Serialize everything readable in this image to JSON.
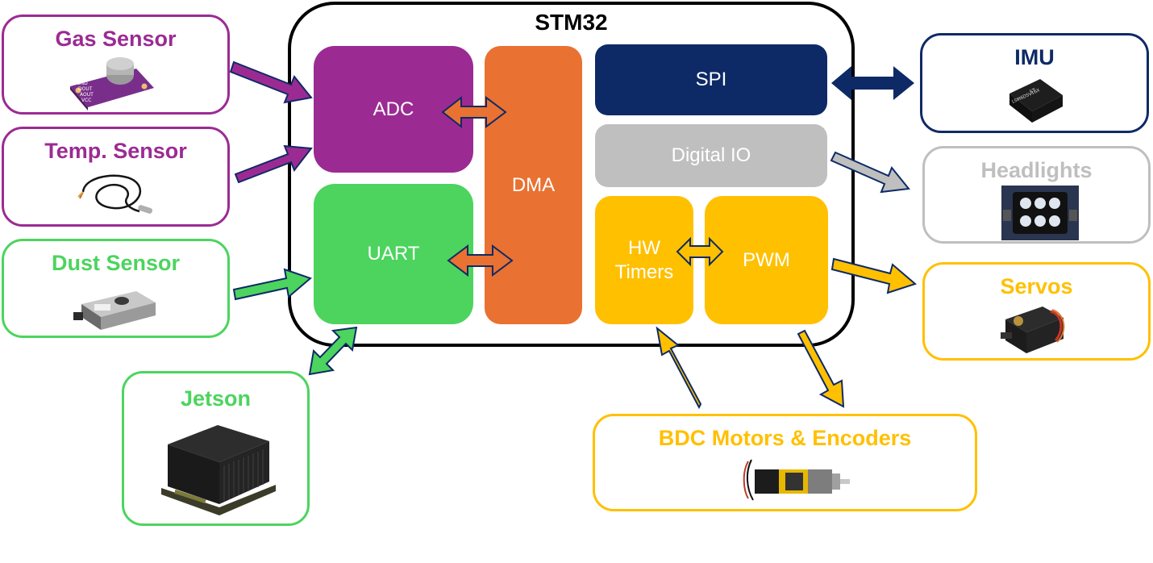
{
  "mcu": {
    "title": "STM32"
  },
  "peripherals": {
    "adc": "ADC",
    "uart": "UART",
    "dma": "DMA",
    "spi": "SPI",
    "digital_io": "Digital IO",
    "hw_timers_line1": "HW",
    "hw_timers_line2": "Timers",
    "pwm": "PWM"
  },
  "devices": {
    "gas_sensor": "Gas Sensor",
    "gas_sensor_pins": [
      "GND",
      "DOUT",
      "AOUT",
      "VCC"
    ],
    "temp_sensor": "Temp. Sensor",
    "dust_sensor": "Dust Sensor",
    "jetson": "Jetson",
    "imu": "IMU",
    "imu_chip_label": "LSM6DSV16X",
    "headlights": "Headlights",
    "servos": "Servos",
    "bdc_motors": "BDC Motors & Encoders"
  },
  "colors": {
    "purple": "#9B2B93",
    "green": "#4CD45E",
    "orange": "#E97132",
    "navy": "#0E2A66",
    "gray": "#BFBFBF",
    "yellow": "#FFC000",
    "black": "#000000"
  },
  "icons": {
    "gas_sensor": "gas-sensor-board-icon",
    "temp_sensor": "temperature-probe-icon",
    "dust_sensor": "dust-sensor-module-icon",
    "jetson": "jetson-module-icon",
    "imu": "imu-chip-icon",
    "headlights": "led-headlight-icon",
    "servos": "servo-motor-icon",
    "bdc_motors": "dc-motor-icon"
  }
}
